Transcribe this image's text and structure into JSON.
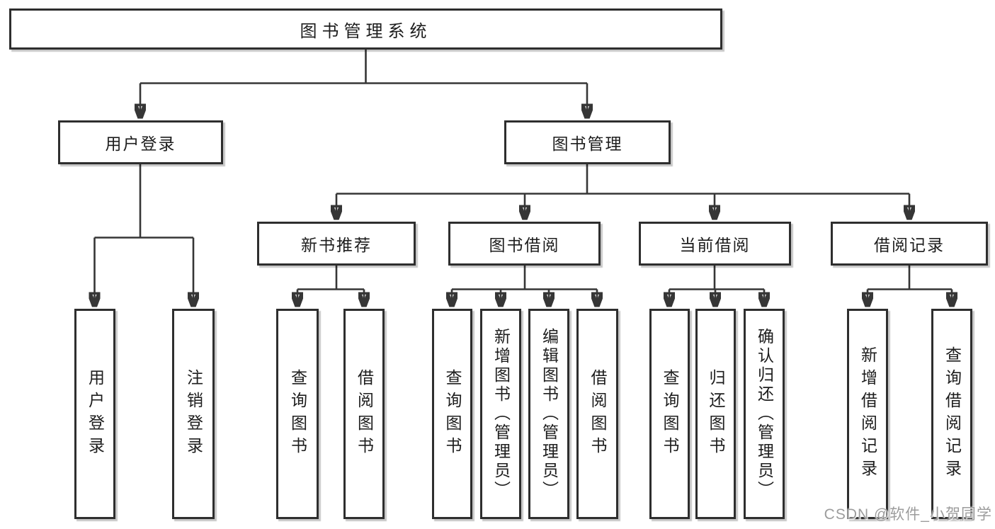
{
  "diagram": {
    "nodes": {
      "root": "图书管理系统",
      "userLogin": "用户登录",
      "bookMgmt": "图书管理",
      "newBookRec": "新书推荐",
      "bookBorrow": "图书借阅",
      "currentBorrow": "当前借阅",
      "borrowRecords": "借阅记录",
      "leaf_userLogin": "用户登录",
      "leaf_logout": "注销登录",
      "leaf_queryBook_rec": "查询图书",
      "leaf_borrowBook_rec": "借阅图书",
      "leaf_queryBook_borrow": "查询图书",
      "leaf_addBook": "新增图书（管理员）",
      "leaf_editBook": "编辑图书（管理员）",
      "leaf_borrowBook_borrow": "借阅图书",
      "leaf_queryBook_current": "查询图书",
      "leaf_returnBook": "归还图书",
      "leaf_confirmReturn": "确认归还（管理员）",
      "leaf_addBorrowRecord": "新增借阅记录",
      "leaf_queryBorrowRecord": "查询借阅记录"
    },
    "edges": [
      {
        "from": "图书管理系统",
        "to": [
          "用户登录",
          "图书管理"
        ]
      },
      {
        "from": "用户登录",
        "to": [
          "用户登录",
          "注销登录"
        ]
      },
      {
        "from": "图书管理",
        "to": [
          "新书推荐",
          "图书借阅",
          "当前借阅",
          "借阅记录"
        ]
      },
      {
        "from": "新书推荐",
        "to": [
          "查询图书",
          "借阅图书"
        ]
      },
      {
        "from": "图书借阅",
        "to": [
          "查询图书",
          "新增图书（管理员）",
          "编辑图书（管理员）",
          "借阅图书"
        ]
      },
      {
        "from": "当前借阅",
        "to": [
          "查询图书",
          "归还图书",
          "确认归还（管理员）"
        ]
      },
      {
        "from": "借阅记录",
        "to": [
          "新增借阅记录",
          "查询借阅记录"
        ]
      }
    ]
  },
  "watermark": {
    "text": "CSDN @软件_小贺同学"
  },
  "colors": {
    "background": "#ffffff",
    "line": "#363636",
    "box_border": "#2e2e2e",
    "text": "#1d1d1d",
    "watermark": "#9c9c9c"
  }
}
